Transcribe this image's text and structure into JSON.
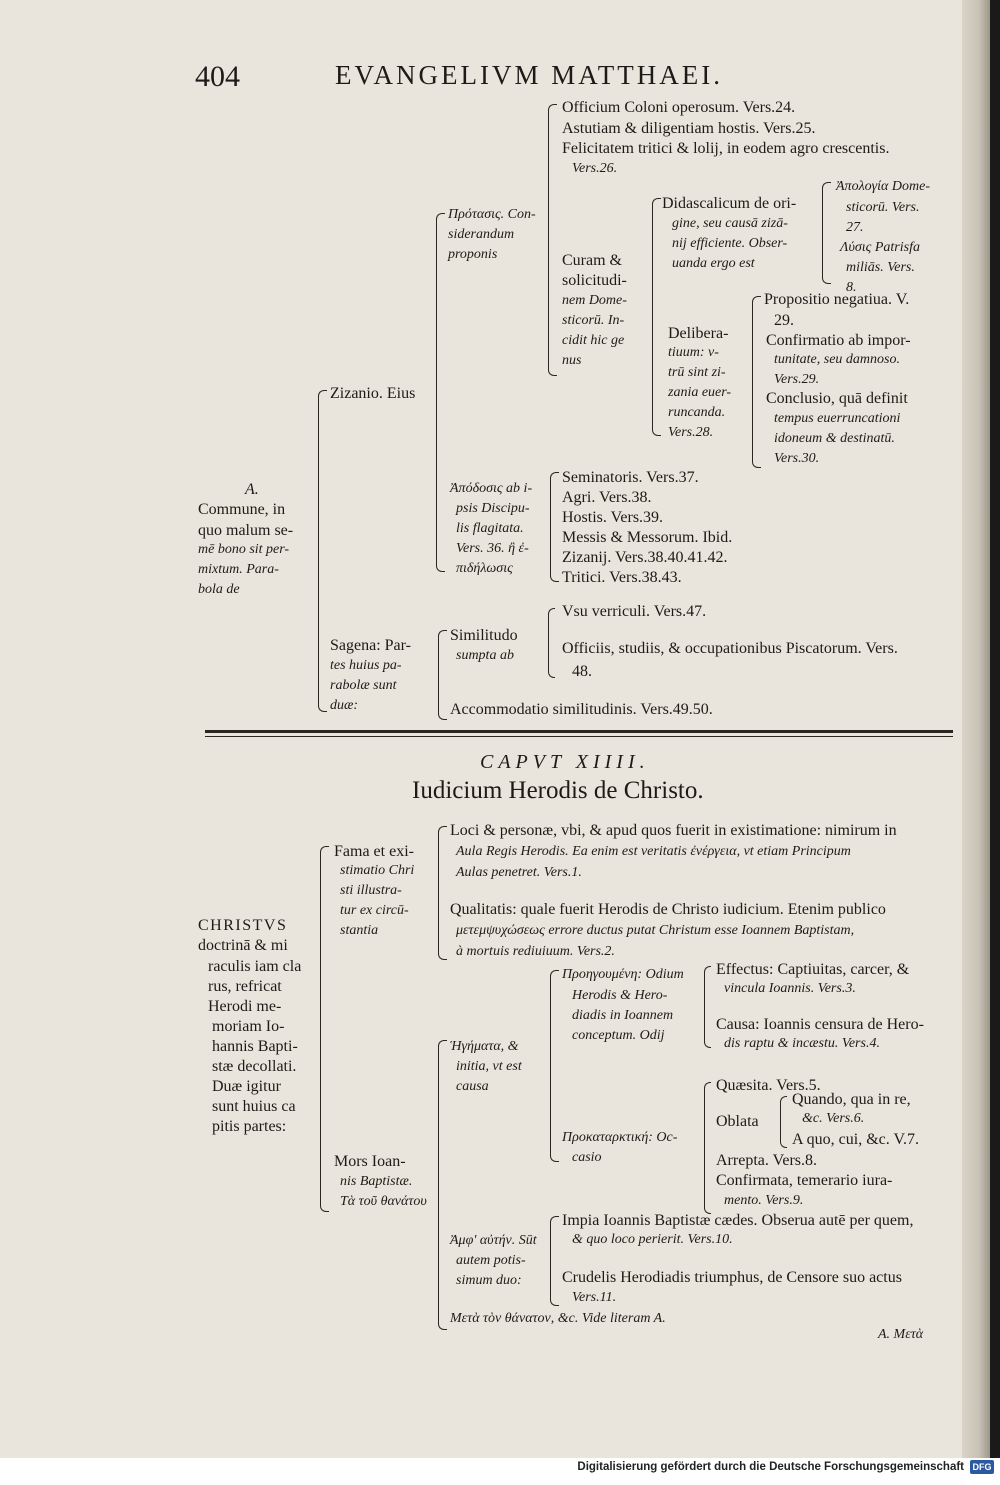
{
  "header": {
    "page_number": "404",
    "running_title": "EVANGELIVM MATTHAEI."
  },
  "sections": {
    "top": {
      "root": [
        "A.",
        "Commune, in",
        "quo malum se-",
        "mē bono sit per-",
        "mixtum. Para-",
        "bola de"
      ],
      "zizanio": {
        "label": "Zizanio. Eius",
        "protasis": [
          "Πρότασις. Con-",
          "siderandum",
          "proponis"
        ]
      },
      "officium": [
        "Officium Coloni operosum. Vers.24.",
        "Astutiam & diligentiam hostis. Vers.25.",
        "Felicitatem tritici & lolij, in eodem agro crescentis.",
        "Vers.26."
      ],
      "curam": [
        "Curam &",
        "solicitudi-",
        "nem Dome-",
        "sticorū. In-",
        "cidit hic ge",
        "nus"
      ],
      "didascalicum": [
        "Didascalicum de ori-",
        "gine, seu causā zizā-",
        "nij efficiente. Obser-",
        "uanda ergo est"
      ],
      "apologia": [
        "Ἀπολογία Dome-",
        "sticorū. Vers.",
        "27.",
        "Λύσις Patrisfa",
        "miliās. Vers.",
        "8."
      ],
      "deliberatiuum": [
        "Delibera-",
        "tiuum: v-",
        "trū sint zi-",
        "zania euer-",
        "runcanda.",
        "Vers.28."
      ],
      "propositio": [
        "Propositio negatiua. V.",
        "29.",
        "Confirmatio ab impor-",
        "tunitate, seu damnoso.",
        "Vers.29.",
        "Conclusio, quā definit",
        "tempus euerruncationi",
        "idoneum & destinatū.",
        "Vers.30."
      ],
      "apodosis": [
        "Ἀπόδοσις ab i-",
        "psis Discipu-",
        "lis flagitata.",
        "Vers. 36. ἢ ἐ-",
        "πιδήλωσις"
      ],
      "apodosis_items": [
        "Seminatoris. Vers.37.",
        "Agri. Vers.38.",
        "Hostis. Vers.39.",
        "Messis & Messorum. Ibid.",
        "Zizanij. Vers.38.40.41.42.",
        "Tritici. Vers.38.43."
      ],
      "sagena": [
        "Sagena: Par-",
        "tes huius pa-",
        "rabolæ sunt",
        "duæ:"
      ],
      "similitudo": [
        "Similitudo",
        "sumpta ab"
      ],
      "similitudo_items": [
        "Vsu verriculi. Vers.47.",
        "Officiis, studiis, & occupationibus Piscatorum. Vers.",
        "48."
      ],
      "accommodatio": "Accommodatio similitudinis. Vers.49.50."
    },
    "chapter": {
      "number": "CAPVT XIIII.",
      "title": "Iudicium Herodis de Christo."
    },
    "bottom": {
      "root": [
        "CHRISTVS",
        "doctrinā & mi",
        "raculis iam cla",
        "rus, refricat",
        "Herodi me-",
        "moriam Io-",
        "hannis Bapti-",
        "stæ decollati.",
        "Duæ igitur",
        "sunt huius ca",
        "pitis partes:"
      ],
      "fama": [
        "Fama et exi-",
        "stimatio Chri",
        "sti illustra-",
        "tur ex circū-",
        "stantia"
      ],
      "loci": [
        "Loci & personæ, vbi, & apud quos fuerit in existimatione: nimirum in",
        "Aula Regis Herodis. Ea enim est veritatis ἐνέργεια, vt etiam Principum",
        "Aulas penetret. Vers.1."
      ],
      "qualitatis": [
        "Qualitatis: quale fuerit Herodis de Christo iudicium. Etenim publico",
        "μετεμψυχώσεως errore ductus putat Christum esse Ioannem Baptistam,",
        "à mortuis rediuiuum. Vers.2."
      ],
      "mors": [
        "Mors Ioan-",
        "nis Baptistæ.",
        "Τὰ τοῦ θανάτου"
      ],
      "hegemata": [
        "Ἡγήματα, &",
        "initia, vt est",
        "causa"
      ],
      "proegumene": [
        "Προηγουμένη: Odium",
        "Herodis & Hero-",
        "diadis in Ioannem",
        "conceptum. Odij"
      ],
      "effectus": [
        "Effectus: Captiuitas, carcer, &",
        "vincula Ioannis. Vers.3."
      ],
      "causa": [
        "Causa: Ioannis censura de Hero-",
        "dis raptu & incæstu. Vers.4."
      ],
      "prokatarktike": [
        "Προκαταρκτική: Oc-",
        "casio"
      ],
      "quaesita": "Quæsita. Vers.5.",
      "oblata": "Oblata",
      "oblata_items": [
        "Quando, qua in re,",
        "&c. Vers.6.",
        "A quo, cui, &c. V.7."
      ],
      "arrepta": "Arrepta. Vers.8.",
      "confirmata": [
        "Confirmata, temerario iura-",
        "mento. Vers.9."
      ],
      "ameta": [
        "Ἀμφ' αὐτήν. Sūt",
        "autem potis-",
        "simum duo:"
      ],
      "impia": [
        "Impia Ioannis Baptistæ cædes. Obserua autē per quem,",
        "& quo loco perierit. Vers.10."
      ],
      "crudelis": [
        "Crudelis Herodiadis triumphus, de Censore suo actus",
        "Vers.11."
      ],
      "meta": "Μετὰ τὸν θάνατον, &c. Vide literam A."
    }
  },
  "catchword": "A. Μετὰ",
  "footer": {
    "credit": "Digitalisierung gefördert durch die Deutsche Forschungsgemeinschaft",
    "logo": "DFG"
  }
}
